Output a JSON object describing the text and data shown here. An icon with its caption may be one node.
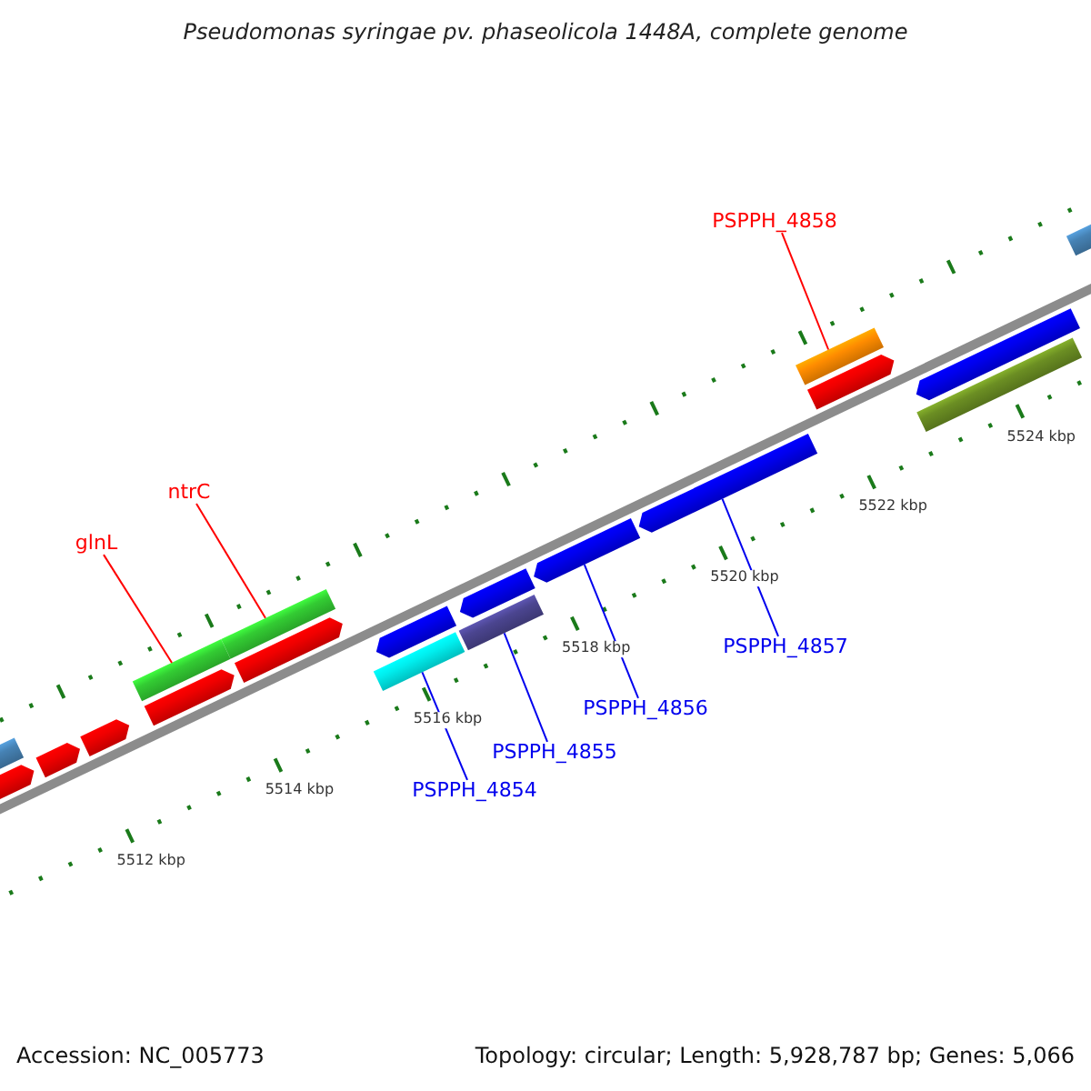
{
  "diagram": {
    "title": "Pseudomonas syringae pv. phaseolicola 1448A, complete genome",
    "nodes": [
      {
        "text": [
          "PSPPH_4858"
        ]
      },
      {
        "text": [
          "ntrC"
        ]
      },
      {
        "text": [
          "glnL"
        ]
      },
      {
        "text": [
          "PSPPH_4857"
        ]
      },
      {
        "text": [
          "PSPPH_4856"
        ]
      },
      {
        "text": [
          "PSPPH_4855"
        ]
      },
      {
        "text": [
          "PSPPH_4854"
        ]
      },
      {
        "text": [],
        "shape": "bar"
      },
      {
        "text": [],
        "shape": "arrow"
      },
      {
        "text": [],
        "shape": "arrow"
      },
      {
        "text": [],
        "shape": "arrow"
      },
      {
        "text": [],
        "shape": "bar"
      },
      {
        "text": [],
        "shape": "arrow"
      },
      {
        "text": [],
        "shape": "bar"
      },
      {
        "text": [],
        "shape": "arrow"
      },
      {
        "text": [],
        "shape": "bar"
      },
      {
        "text": [],
        "shape": "arrow"
      },
      {
        "text": [],
        "shape": "bar"
      },
      {
        "text": [],
        "shape": "arrow"
      },
      {
        "text": [],
        "shape": "arrow"
      },
      {
        "text": [],
        "shape": "arrow"
      },
      {
        "text": [],
        "shape": "bar"
      },
      {
        "text": [],
        "shape": "arrow"
      },
      {
        "text": [],
        "shape": "bar"
      },
      {
        "text": [],
        "shape": "arrow"
      },
      {
        "text": [],
        "shape": "bar"
      }
    ],
    "edges": [
      {
        "from": 2,
        "to": 11,
        "arrow": "none",
        "color": "#ff0000"
      },
      {
        "from": 1,
        "to": 13,
        "arrow": "none",
        "color": "#ff0000"
      },
      {
        "from": 0,
        "to": 21,
        "arrow": "none",
        "color": "#ff0000"
      },
      {
        "from": 6,
        "to": 15,
        "arrow": "none"
      },
      {
        "from": 5,
        "to": 17,
        "arrow": "none"
      },
      {
        "from": 4,
        "to": 19,
        "arrow": "none"
      },
      {
        "from": 3,
        "to": 20,
        "arrow": "none"
      }
    ],
    "labels": [
      "5512 kbp",
      "5514 kbp",
      "5516 kbp",
      "5518 kbp",
      "5520 kbp",
      "5522 kbp",
      "5524 kbp",
      "Accession: NC_005773",
      "Topology: circular; Length: 5,928,787 bp; Genes: 5,066"
    ]
  }
}
